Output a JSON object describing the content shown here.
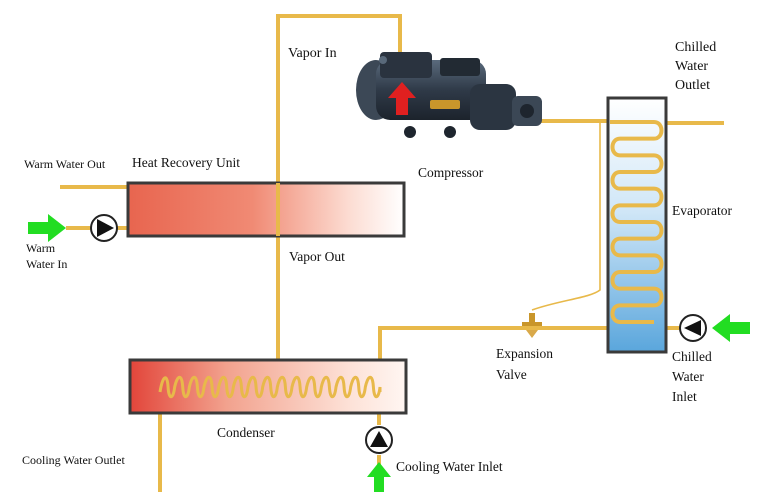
{
  "labels": {
    "vapor_in": "Vapor In",
    "chilled_water_outlet": [
      "Chilled",
      "Water",
      "Outlet"
    ],
    "warm_water_out": "Warm Water Out",
    "heat_recovery_unit": "Heat Recovery Unit",
    "compressor": "Compressor",
    "evaporator": "Evaporator",
    "warm_water_in": [
      "Warm",
      "Water In"
    ],
    "vapor_out": "Vapor Out",
    "expansion_valve": [
      "Expansion",
      "Valve"
    ],
    "chilled_water_inlet": [
      "Chilled",
      "Water",
      "Inlet"
    ],
    "condenser": "Condenser",
    "cooling_water_outlet": "Cooling Water Outlet",
    "cooling_water_inlet": "Cooling Water Inlet"
  },
  "colors": {
    "pipe": "#e8b94a",
    "pipe_dark": "#c9962b",
    "arrow_green": "#22dd22",
    "hru_hot": "#e8654f",
    "condenser_hot": "#e2453a",
    "evaporator_water": "#5aa6dc",
    "compressor_body": "#2f3a48",
    "compressor_arrow": "#e02020"
  },
  "icons": {
    "pump": "pump-icon",
    "flow_arrow": "flow-arrow-icon",
    "compressor": "compressor-icon",
    "valve": "expansion-valve-icon"
  }
}
